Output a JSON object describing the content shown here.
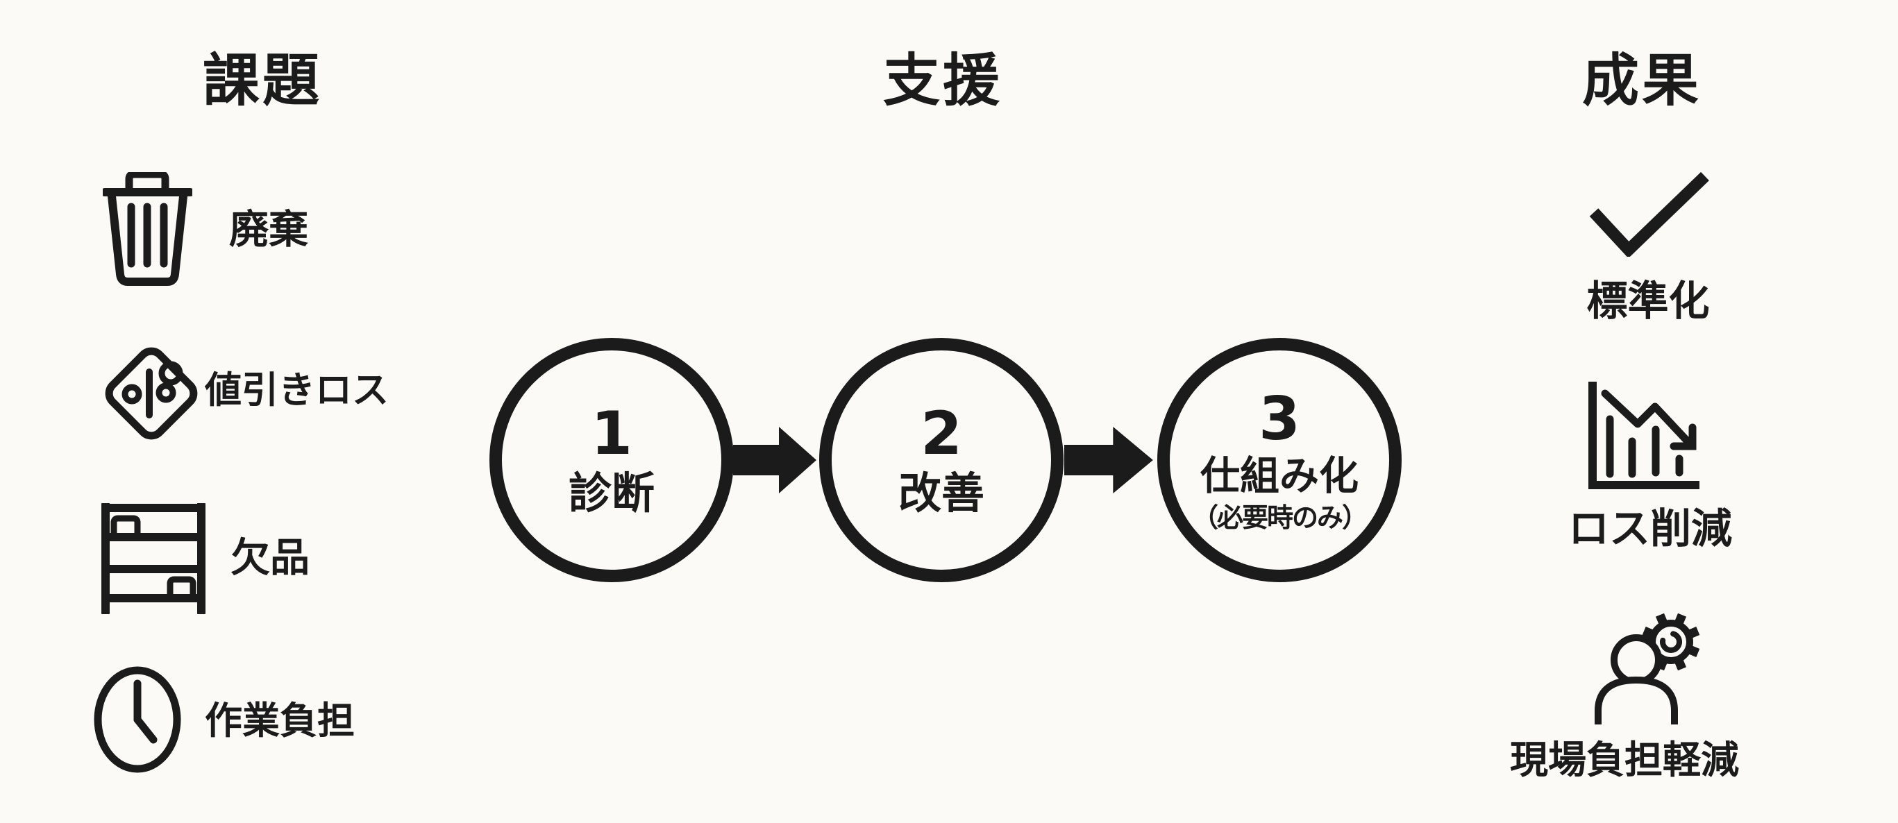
{
  "colors": {
    "background": "#fbfaf7",
    "ink": "#1b1b1b"
  },
  "sections": {
    "issues": {
      "title": "課題",
      "items": [
        {
          "icon": "trash-icon",
          "label": "廃棄"
        },
        {
          "icon": "price-tag-percent-icon",
          "label": "値引きロス"
        },
        {
          "icon": "shelf-icon",
          "label": "欠品"
        },
        {
          "icon": "clock-icon",
          "label": "作業負担"
        }
      ]
    },
    "support": {
      "title": "支援",
      "steps": [
        {
          "number": "1",
          "label": "診断"
        },
        {
          "number": "2",
          "label": "改善"
        },
        {
          "number": "3",
          "label": "仕組み化",
          "note": "（必要時のみ）"
        }
      ]
    },
    "results": {
      "title": "成果",
      "items": [
        {
          "icon": "checkmark-icon",
          "label": "標準化"
        },
        {
          "icon": "declining-bar-chart-icon",
          "label": "ロス削減"
        },
        {
          "icon": "person-gear-icon",
          "label": "現場負担軽減"
        }
      ]
    }
  }
}
